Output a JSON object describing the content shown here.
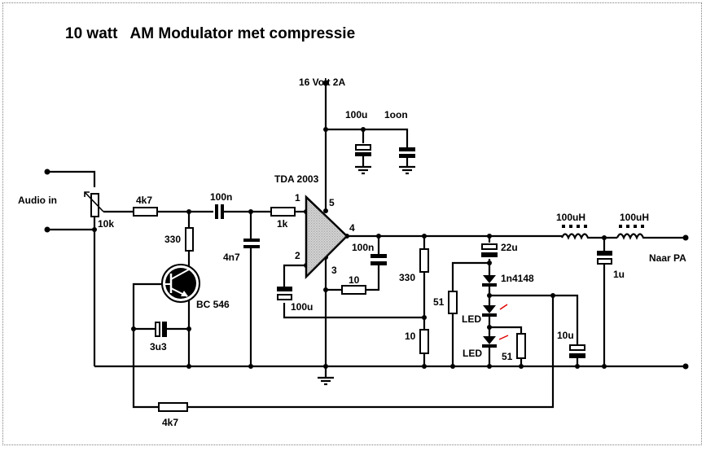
{
  "title": "10 watt   AM Modulator met compressie",
  "supply": {
    "label": "16 Volt 2A"
  },
  "input": {
    "label": "Audio in"
  },
  "output": {
    "label": "Naar PA"
  },
  "ic": {
    "name": "TDA 2003",
    "pins": [
      "1",
      "2",
      "3",
      "4",
      "5"
    ]
  },
  "transistor": {
    "name": "BC 546"
  },
  "components": {
    "pot_input": "10k",
    "r_input": "4k7",
    "c_coupling": "100n",
    "r_collector": "330",
    "c_filter": "4n7",
    "c_transistor": "3u3",
    "r_ic_in": "1k",
    "c_supply_elko": "100u",
    "c_supply_ceramic": "1oon",
    "c_pin2": "100u",
    "c_boucherot": "100n",
    "r_boucherot": "10",
    "r_fb_top": "330",
    "r_fb_bottom": "10",
    "c_out_coupling": "22u",
    "diode": "1n4148",
    "r_detector": "51",
    "led1": "LED",
    "led2": "LED",
    "r_led": "51",
    "c_detector": "10u",
    "l1": "100uH",
    "l2": "100uH",
    "c_out": "1u",
    "r_feedback": "4k7"
  },
  "colors": {
    "ink": "#000000",
    "ic_fill": "#c0c0c0",
    "led_light": "#ff0000",
    "frame": "#808080"
  }
}
